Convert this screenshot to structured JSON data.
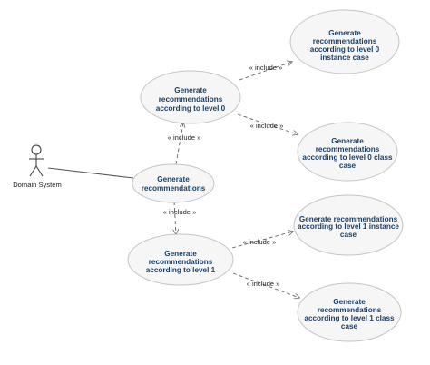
{
  "actor": {
    "name": "Domain System"
  },
  "use_cases": {
    "main": [
      "Generate",
      "recommendations"
    ],
    "level0": [
      "Generate",
      "recommendations",
      "according to level 0"
    ],
    "level0_instance": [
      "Generate",
      "recommendations",
      "according to level 0",
      "instance case"
    ],
    "level0_class": [
      "Generate",
      "recommendations",
      "according to level 0 class",
      "case"
    ],
    "level1": [
      "Generate",
      "recommendations",
      "according to level 1"
    ],
    "level1_instance": [
      "Generate recommendations",
      "according to level 1 instance",
      "case"
    ],
    "level1_class": [
      "Generate",
      "recommendations",
      "according to level 1 class",
      "case"
    ]
  },
  "relations": {
    "include_label": "« include »"
  }
}
